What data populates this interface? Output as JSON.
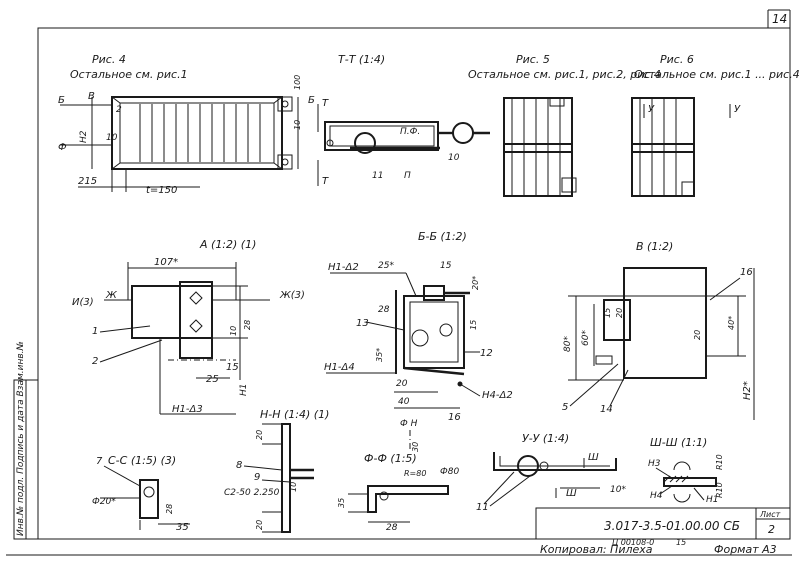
{
  "sheet": {
    "page_number": "14",
    "side_stamp": "Инв.№ подл. Подпись и дата Взам.инв.№",
    "designation": "3.017-3.5-01.00.00 СБ",
    "sheet_label": "Лист",
    "sheet_number": "2",
    "copied_by": "Копировал: Пилеха",
    "stamp_code": "Ц 00108-0",
    "stamp_suffix": "15",
    "format": "Формат А3"
  },
  "views": {
    "fig4": {
      "title": "Рис. 4",
      "subtitle": "Остальное см. рис.1",
      "dims": [
        "Б",
        "В",
        "Ф",
        "Н2",
        "10",
        "2",
        "215",
        "t=150",
        "100",
        "10",
        "Б"
      ]
    },
    "tt": {
      "title": "Т-Т (1:4)",
      "labels": [
        "Т",
        "Т",
        "П.Ф.",
        "10",
        "11"
      ]
    },
    "fig5": {
      "title": "Рис. 5",
      "subtitle": "Остальное см. рис.1, рис.2, рис.4"
    },
    "fig6": {
      "title": "Рис. 6",
      "subtitle": "Остальное см. рис.1 ... рис.4",
      "labels": [
        "У",
        "У"
      ]
    },
    "a": {
      "title": "А (1:2) (1)",
      "labels": [
        "107*",
        "И(3)",
        "Ж",
        "Ж(3)",
        "1",
        "2",
        "25",
        "15",
        "Н1",
        "Н1-Δ3",
        "10",
        "28"
      ]
    },
    "bb": {
      "title": "Б-Б (1:2)",
      "labels": [
        "Н1-Δ2",
        "25*",
        "15",
        "20*",
        "28",
        "13",
        "Н1-Δ4",
        "35*",
        "15",
        "12",
        "20",
        "40",
        "Н4-Δ2",
        "16",
        "Ф Н"
      ]
    },
    "v": {
      "title": "В (1:2)",
      "labels": [
        "16",
        "80*",
        "60*",
        "15",
        "20",
        "20",
        "40*",
        "5",
        "14",
        "Н2*"
      ]
    },
    "cc": {
      "title": "С-С (1:5) (3)",
      "labels": [
        "7",
        "Ф20*",
        "28",
        "35"
      ]
    },
    "hh": {
      "title": "Н-Н (1:4) (1)",
      "labels": [
        "20",
        "8",
        "С2-50 2.250",
        "9",
        "10",
        "20"
      ]
    },
    "ff": {
      "title": "Ф-Ф (1:5)",
      "labels": [
        "R=80",
        "Ф80",
        "35",
        "28",
        "30"
      ]
    },
    "yy": {
      "title": "У-У (1:4)",
      "labels": [
        "Ш",
        "Ш",
        "10*",
        "11"
      ]
    },
    "shsh": {
      "title": "Ш-Ш (1:1)",
      "labels": [
        "Н3",
        "Н4",
        "Н1",
        "R10",
        "R10"
      ]
    }
  }
}
